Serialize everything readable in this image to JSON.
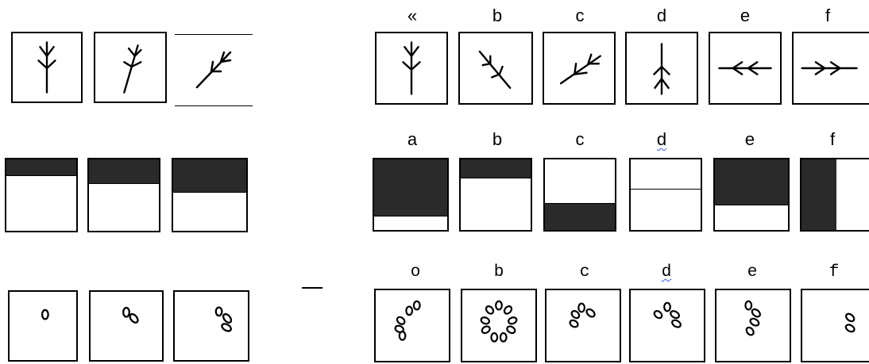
{
  "rows": [
    {
      "labels": [
        "«",
        "b",
        "c",
        "d",
        "e",
        "f"
      ]
    },
    {
      "labels": [
        "a",
        "b",
        "c",
        "d",
        "e",
        "f"
      ]
    },
    {
      "labels": [
        "o",
        "b",
        "c",
        "d",
        "e",
        "f"
      ]
    }
  ],
  "colors": {
    "ink": "#000000",
    "fill": "#2a2a2a",
    "spellcheck": "#3a5bd9"
  }
}
